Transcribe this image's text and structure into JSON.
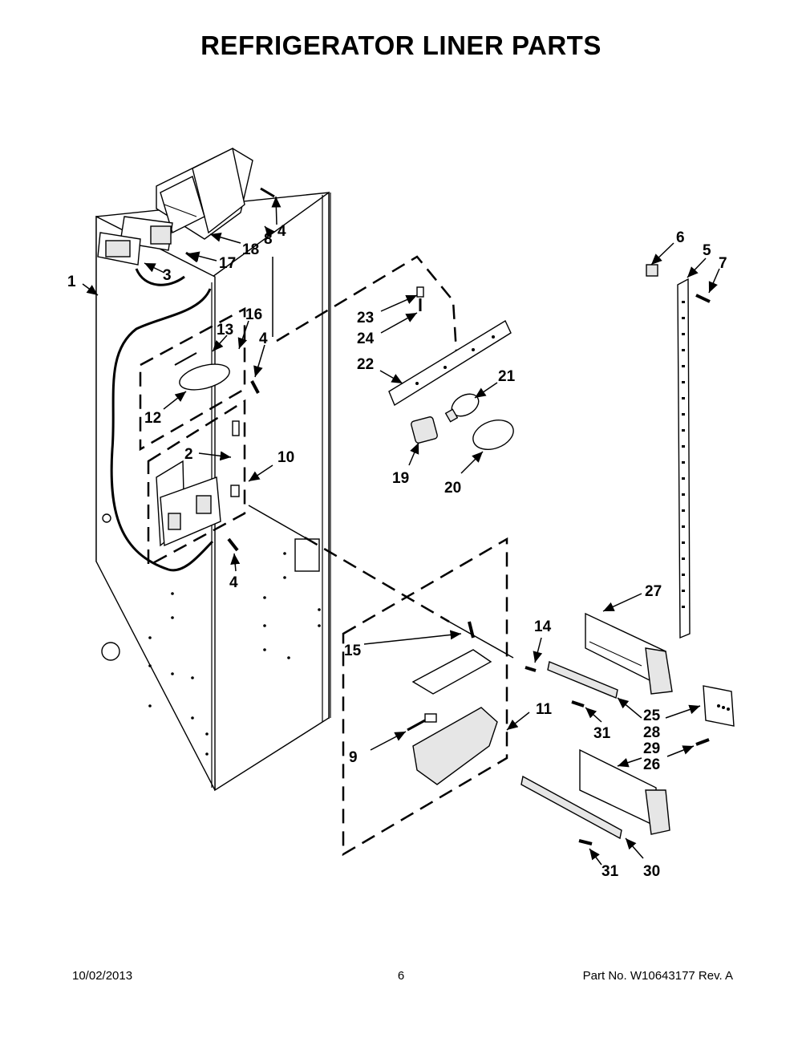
{
  "header": {
    "title": "REFRIGERATOR LINER PARTS"
  },
  "footer": {
    "date": "10/02/2013",
    "page": "6",
    "part_info": "Part No.  W10643177  Rev.  A"
  },
  "callouts": {
    "c1": "1",
    "c2": "2",
    "c3": "3",
    "c4a": "4",
    "c4b": "4",
    "c4c": "4",
    "c5": "5",
    "c6": "6",
    "c7": "7",
    "c8": "8",
    "c9": "9",
    "c10": "10",
    "c11": "11",
    "c12": "12",
    "c13": "13",
    "c14": "14",
    "c15": "15",
    "c16": "16",
    "c17": "17",
    "c18": "18",
    "c19": "19",
    "c20": "20",
    "c21": "21",
    "c22": "22",
    "c23": "23",
    "c24": "24",
    "c25": "25",
    "c26": "26",
    "c27": "27",
    "c28": "28",
    "c29": "29",
    "c30": "30",
    "c31a": "31",
    "c31b": "31"
  }
}
